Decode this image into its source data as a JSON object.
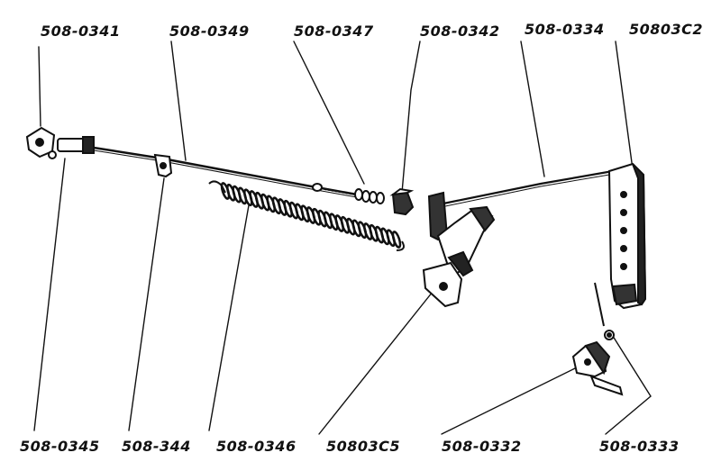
{
  "labels": {
    "p508_0341": "508-0341",
    "p508_0349": "508-0349",
    "p508_0347": "508-0347",
    "p508_0342": "508-0342",
    "p508_0334": "508-0334",
    "p50803C2": "50803C2",
    "p508_0345": "508-0345",
    "p508_344": "508-344",
    "p508_0346": "508-0346",
    "p50803C5": "50803C5",
    "p508_0332": "508-0332",
    "p508_0333": "508-0333"
  },
  "colors": {
    "ink": "#111111",
    "paper": "#ffffff"
  }
}
